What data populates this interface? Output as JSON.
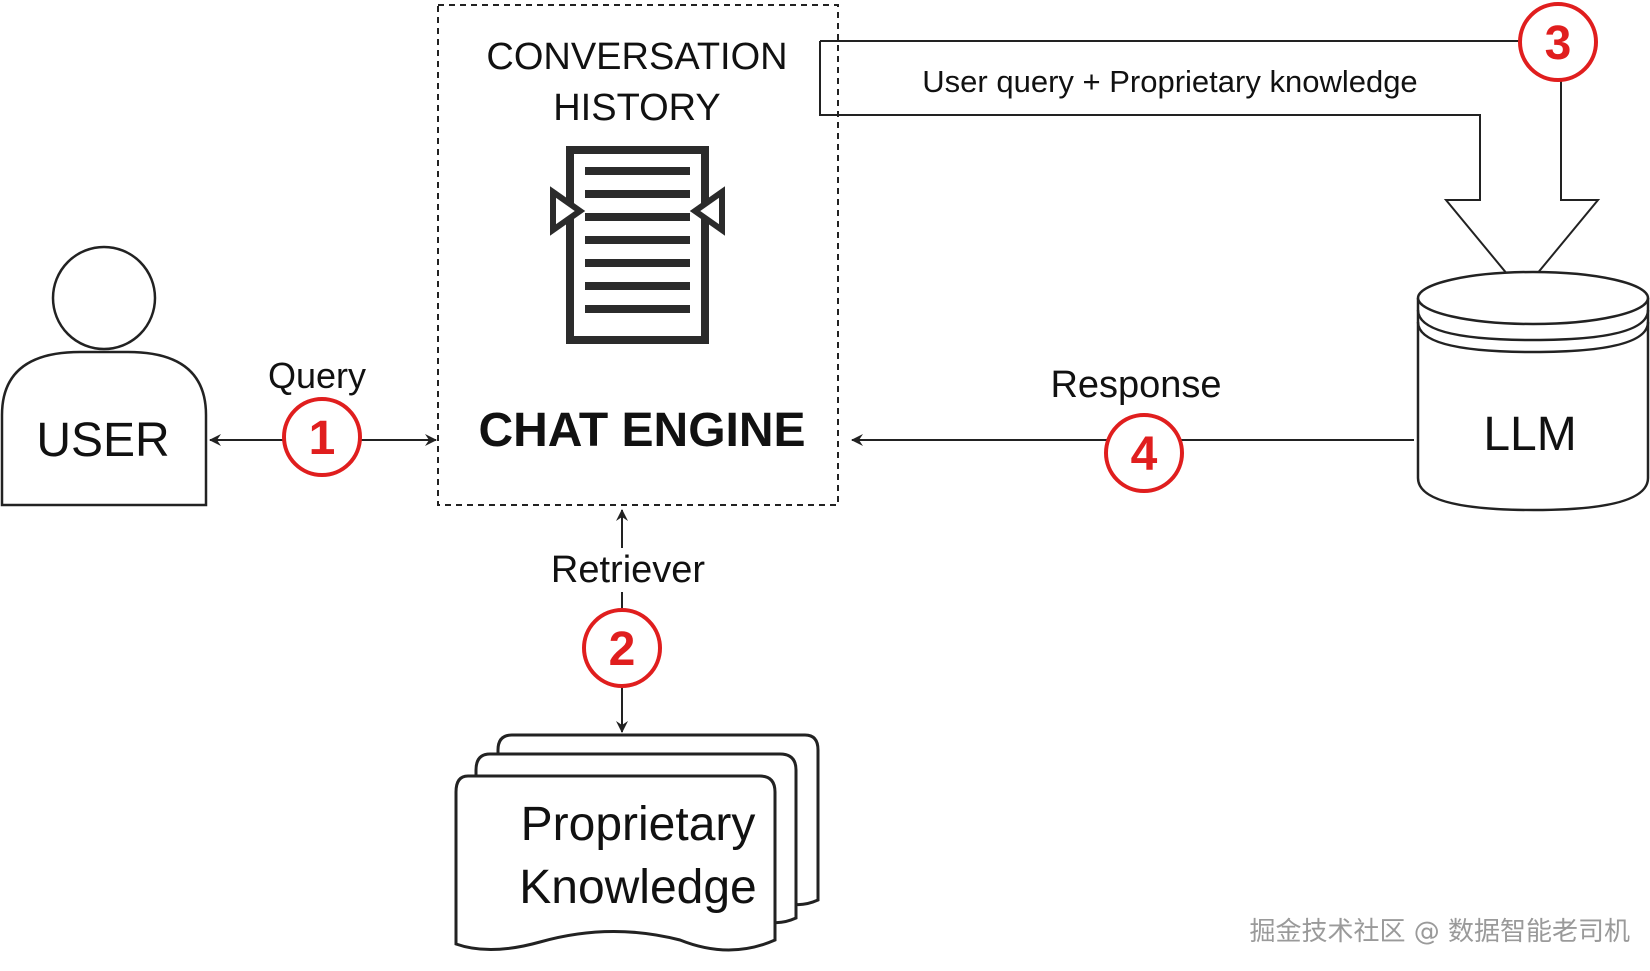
{
  "nodes": {
    "user": {
      "label": "USER"
    },
    "chat_engine": {
      "label": "CHAT ENGINE",
      "history_label_line1": "CONVERSATION",
      "history_label_line2": "HISTORY"
    },
    "llm": {
      "label": "LLM"
    },
    "knowledge": {
      "label_line1": "Proprietary",
      "label_line2": "Knowledge"
    }
  },
  "edges": {
    "query": {
      "label": "Query",
      "step": "1"
    },
    "retriever": {
      "label": "Retriever",
      "step": "2"
    },
    "augmented": {
      "label": "User query + Proprietary knowledge",
      "step": "3"
    },
    "response": {
      "label": "Response",
      "step": "4"
    }
  },
  "watermark": "掘金技术社区 @ 数据智能老司机",
  "colors": {
    "step_badge": "#e01e1e",
    "stroke": "#222222",
    "doc_icon": "#2b2b2b"
  }
}
